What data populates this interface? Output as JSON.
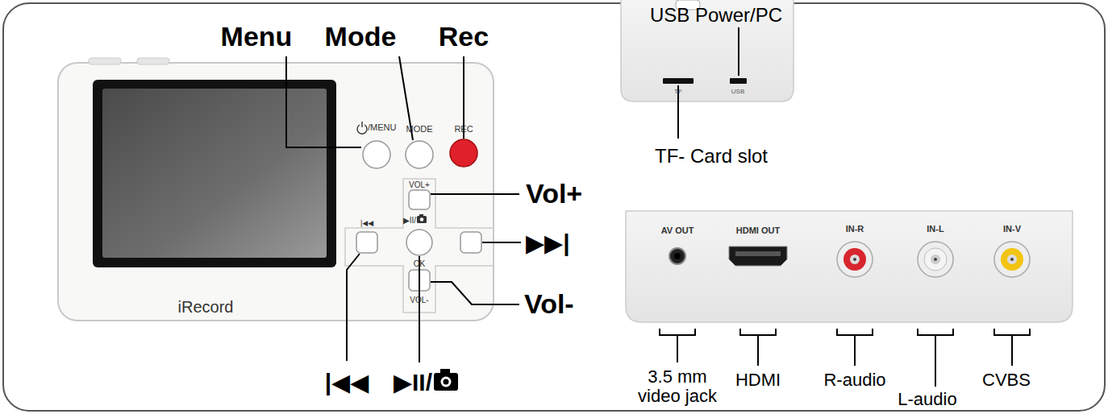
{
  "diagram": {
    "labels": [
      "Menu",
      "Mode",
      "Rec",
      "USB Power/PC",
      "TF- Card slot",
      "/MENU",
      "MODE",
      "REC",
      "VOL+",
      "Vol+",
      "▶II/",
      "|◀◀",
      "▶▶|",
      "OK",
      "VOL-",
      "iRecord",
      "TF",
      "USB",
      "AV OUT",
      "HDMI OUT",
      "IN-R",
      "IN-L",
      "IN-V",
      "|◀◀",
      "▶II/",
      "Vol-",
      "3.5 mm video jack",
      "HDMI",
      "R-audio",
      "L-audio",
      "CVBS"
    ]
  }
}
